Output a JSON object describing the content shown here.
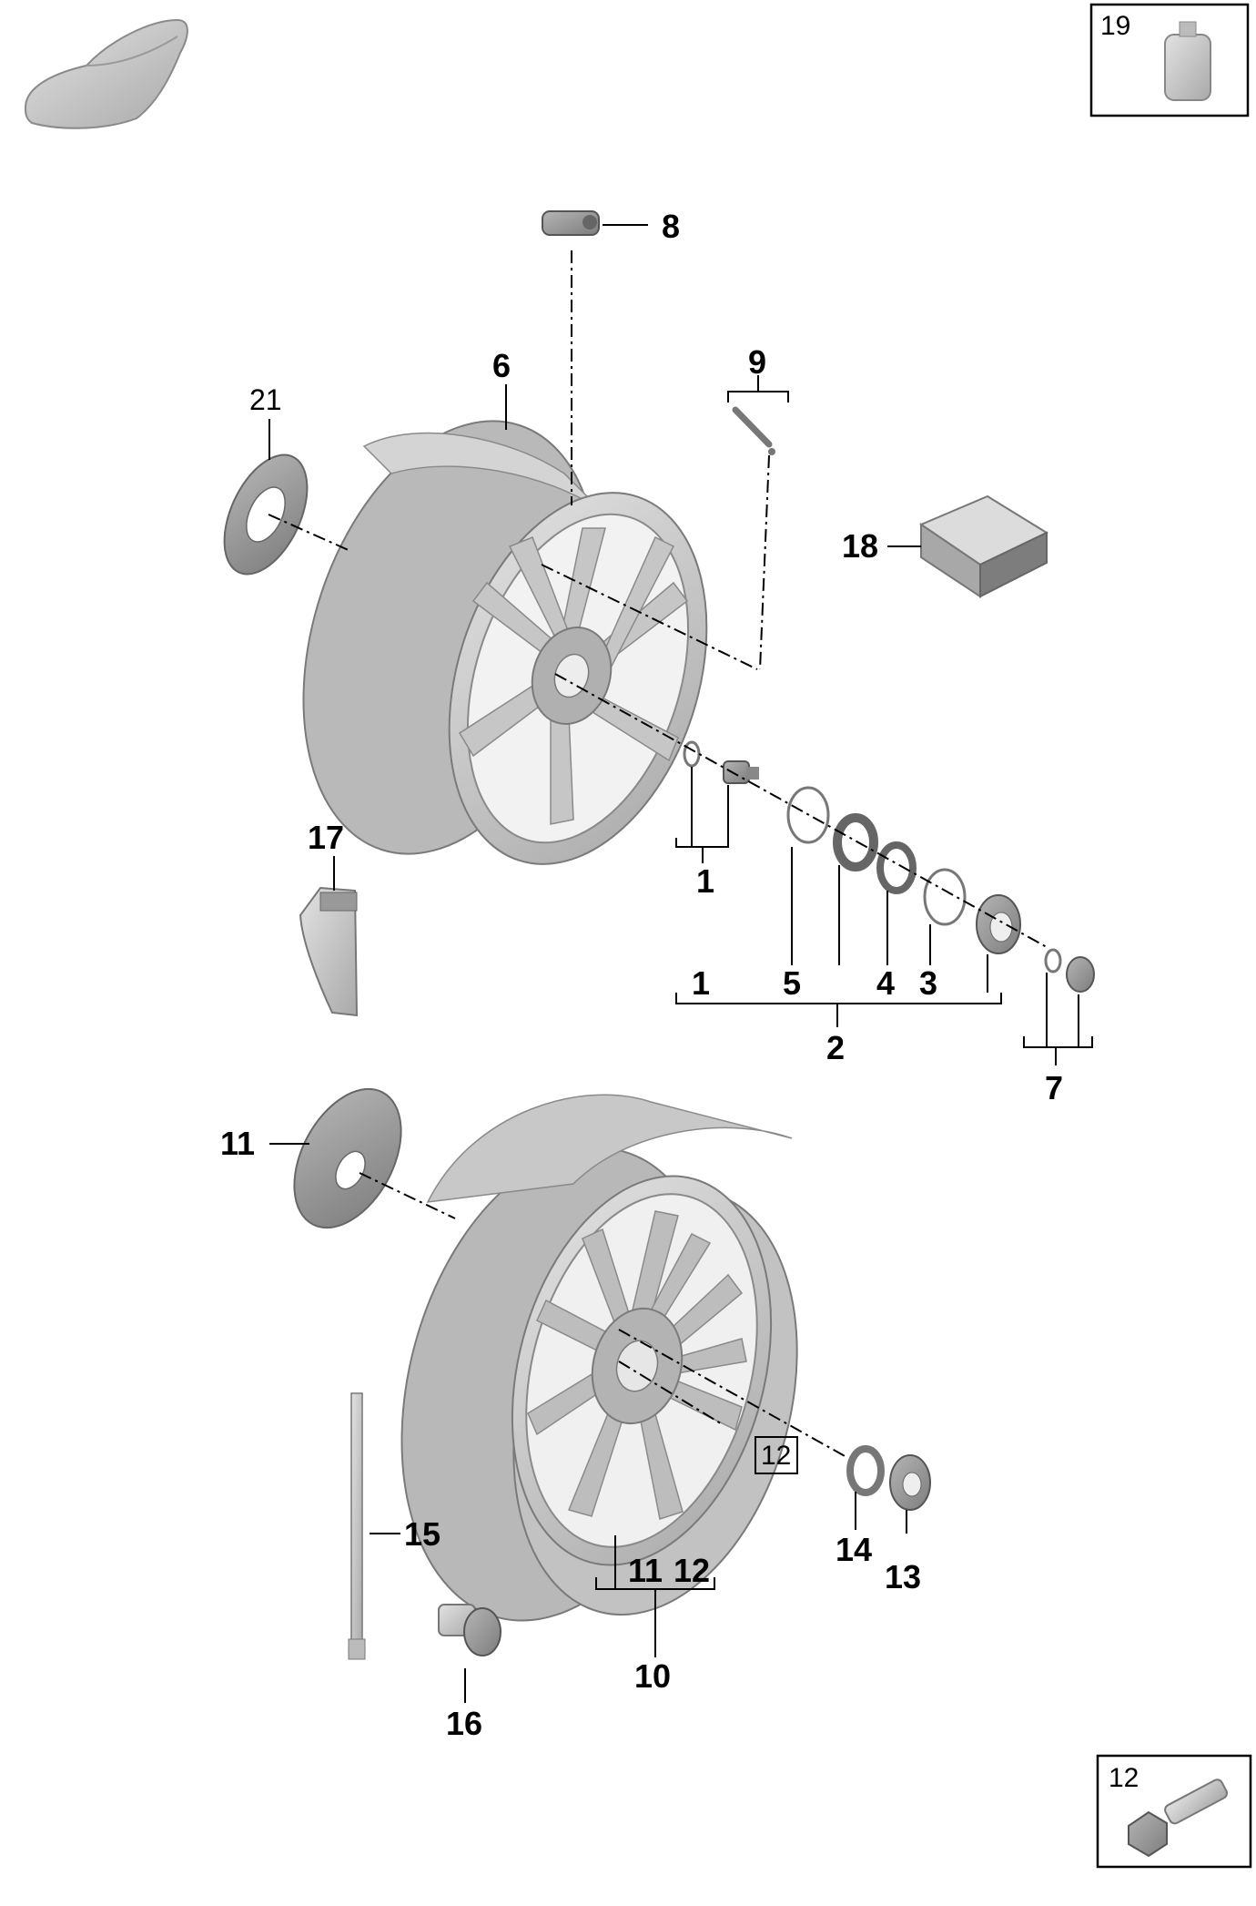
{
  "diagram": {
    "callouts": {
      "c1_clip": "1",
      "c1_set": "1",
      "c2": "2",
      "c3": "3",
      "c4": "4",
      "c5": "5",
      "c6": "6",
      "c7": "7",
      "c8": "8",
      "c9": "9",
      "c10": "10",
      "c11_spacer": "11",
      "c11_sub": "11",
      "c12_sub": "12",
      "c12_box": "12",
      "c13": "13",
      "c14": "14",
      "c15": "15",
      "c16": "16",
      "c17": "17",
      "c18": "18",
      "c21": "21"
    },
    "detail_boxes": {
      "box19": "19",
      "box12": "12"
    }
  },
  "icons": [
    "car-silhouette-icon",
    "valve-sensor-icon",
    "tire-sealant-bottle-icon",
    "wheel-bolt-icon"
  ],
  "colors": {
    "part_fill": "#c8c8c8",
    "part_stroke": "#7a7a7a",
    "line": "#000000"
  }
}
